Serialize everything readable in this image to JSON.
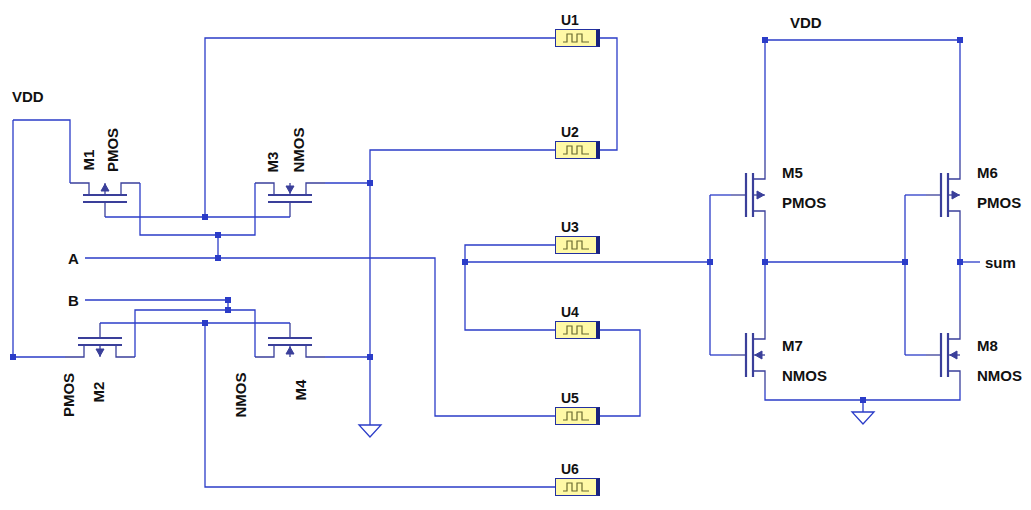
{
  "diagram": {
    "nodes": [
      {
        "text": [
          "U1"
        ]
      },
      {
        "text": [
          "U2"
        ]
      },
      {
        "text": [
          "U3"
        ]
      },
      {
        "text": [
          "U4"
        ]
      },
      {
        "text": [
          "U5"
        ]
      },
      {
        "text": [
          "U6"
        ]
      }
    ],
    "edges": [
      {
        "from": 0,
        "to": 1,
        "arrow": "none"
      },
      {
        "from": 2,
        "to": 3,
        "arrow": "none"
      },
      {
        "from": 3,
        "to": 4,
        "arrow": "none"
      }
    ],
    "labels": [
      "VDD",
      "M1",
      "PMOS",
      "M3",
      "NMOS",
      "A",
      "B",
      "PMOS",
      "M2",
      "NMOS",
      "M4",
      "VDD",
      "M5",
      "PMOS",
      "M6",
      "PMOS",
      "sum",
      "M7",
      "NMOS",
      "M8",
      "NMOS"
    ]
  }
}
